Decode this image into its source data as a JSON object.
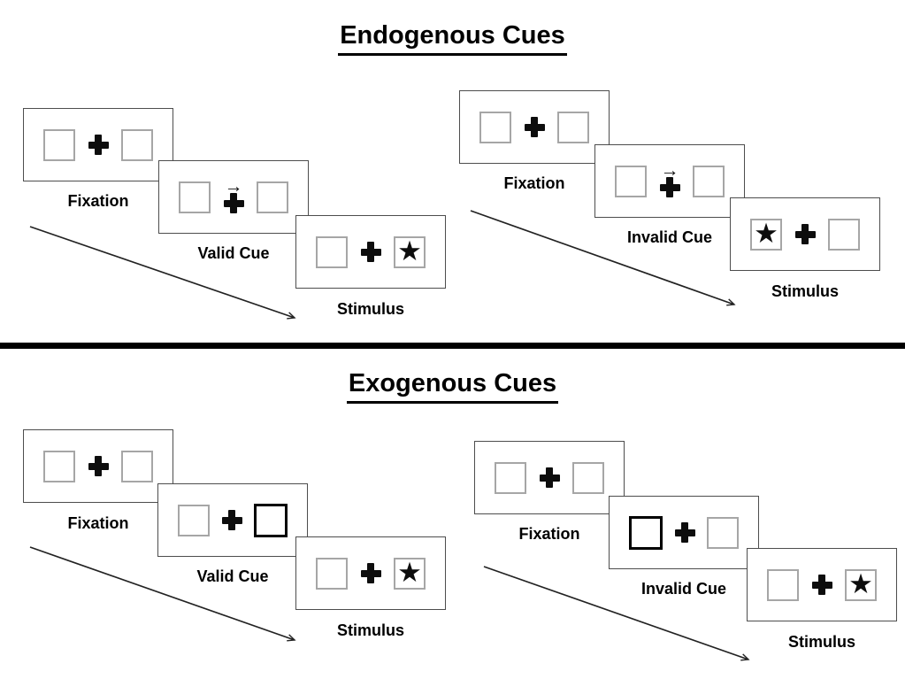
{
  "icons": {
    "star": "★",
    "cue_arrow": "→"
  },
  "colors": {
    "background": "#ffffff",
    "panel_border": "#4d4d4d",
    "box_border": "#a6a6a6",
    "bold_box_border": "#000000",
    "text": "#000000",
    "divider": "#000000",
    "arrow": "#222222"
  },
  "sections": [
    {
      "id": "endogenous",
      "title": "Endogenous Cues",
      "trials": [
        {
          "type": "valid",
          "panels": [
            {
              "label": "Fixation",
              "left_box": "empty",
              "right_box": "empty",
              "cue_arrow": false
            },
            {
              "label": "Valid Cue",
              "left_box": "empty",
              "right_box": "empty",
              "cue_arrow": true
            },
            {
              "label": "Stimulus",
              "left_box": "empty",
              "right_box": "star",
              "cue_arrow": false
            }
          ]
        },
        {
          "type": "invalid",
          "panels": [
            {
              "label": "Fixation",
              "left_box": "empty",
              "right_box": "empty",
              "cue_arrow": false
            },
            {
              "label": "Invalid Cue",
              "left_box": "empty",
              "right_box": "empty",
              "cue_arrow": true
            },
            {
              "label": "Stimulus",
              "left_box": "star",
              "right_box": "empty",
              "cue_arrow": false
            }
          ]
        }
      ]
    },
    {
      "id": "exogenous",
      "title": "Exogenous Cues",
      "trials": [
        {
          "type": "valid",
          "panels": [
            {
              "label": "Fixation",
              "left_box": "empty",
              "right_box": "empty",
              "cue_arrow": false
            },
            {
              "label": "Valid Cue",
              "left_box": "empty",
              "right_box": "bold",
              "cue_arrow": false
            },
            {
              "label": "Stimulus",
              "left_box": "empty",
              "right_box": "star",
              "cue_arrow": false
            }
          ]
        },
        {
          "type": "invalid",
          "panels": [
            {
              "label": "Fixation",
              "left_box": "empty",
              "right_box": "empty",
              "cue_arrow": false
            },
            {
              "label": "Invalid Cue",
              "left_box": "bold",
              "right_box": "empty",
              "cue_arrow": false
            },
            {
              "label": "Stimulus",
              "left_box": "empty",
              "right_box": "star",
              "cue_arrow": false
            }
          ]
        }
      ]
    }
  ]
}
